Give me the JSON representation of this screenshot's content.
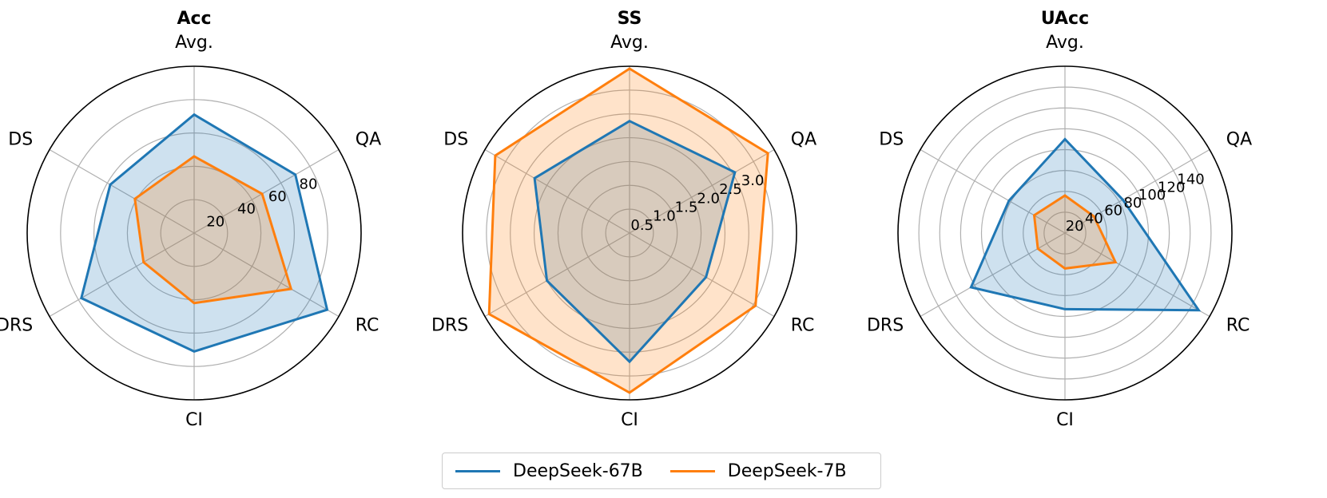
{
  "colors": {
    "series_a": "#1f77b4",
    "series_b": "#ff7f0e",
    "grid": "#b0b0b0",
    "frame": "#000000"
  },
  "legend": {
    "placement": "bottom-center",
    "items": [
      {
        "label": "DeepSeek-67B",
        "color": "#1f77b4"
      },
      {
        "label": "DeepSeek-7B",
        "color": "#ff7f0e"
      }
    ]
  },
  "chart_data": [
    {
      "type": "radar",
      "title": "Acc",
      "axes": [
        "Avg.",
        "QA",
        "RC",
        "CI",
        "DRS",
        "DS"
      ],
      "rmax": 100,
      "rticks": [
        20,
        40,
        60,
        80
      ],
      "grid": true,
      "series": [
        {
          "name": "DeepSeek-67B",
          "color": "#1f77b4",
          "values": [
            71,
            70,
            92,
            71,
            78,
            58
          ]
        },
        {
          "name": "DeepSeek-7B",
          "color": "#ff7f0e",
          "values": [
            46,
            47,
            67,
            42,
            35,
            41
          ]
        }
      ]
    },
    {
      "type": "radar",
      "title": "SS",
      "axes": [
        "Avg.",
        "QA",
        "RC",
        "CI",
        "DRS",
        "DS"
      ],
      "rmax": 3.5,
      "rticks": [
        0.5,
        1.0,
        1.5,
        2.0,
        2.5,
        3.0
      ],
      "rticklabels": [
        "0.5",
        "1.0",
        "1.5",
        "2.0",
        "2.5",
        "3.0"
      ],
      "grid": true,
      "series": [
        {
          "name": "DeepSeek-67B",
          "color": "#1f77b4",
          "values": [
            2.35,
            2.55,
            1.85,
            2.7,
            2.0,
            2.3
          ]
        },
        {
          "name": "DeepSeek-7B",
          "color": "#ff7f0e",
          "values": [
            3.45,
            3.35,
            3.05,
            3.35,
            3.4,
            3.25
          ]
        }
      ]
    },
    {
      "type": "radar",
      "title": "UAcc",
      "axes": [
        "Avg.",
        "QA",
        "RC",
        "CI",
        "DRS",
        "DS"
      ],
      "rmax": 160,
      "rticks": [
        20,
        40,
        60,
        80,
        100,
        120,
        140
      ],
      "grid": true,
      "series": [
        {
          "name": "DeepSeek-67B",
          "color": "#1f77b4",
          "values": [
            90,
            64,
            148,
            73,
            104,
            62
          ]
        },
        {
          "name": "DeepSeek-7B",
          "color": "#ff7f0e",
          "values": [
            36,
            32,
            56,
            34,
            30,
            34
          ]
        }
      ]
    }
  ]
}
